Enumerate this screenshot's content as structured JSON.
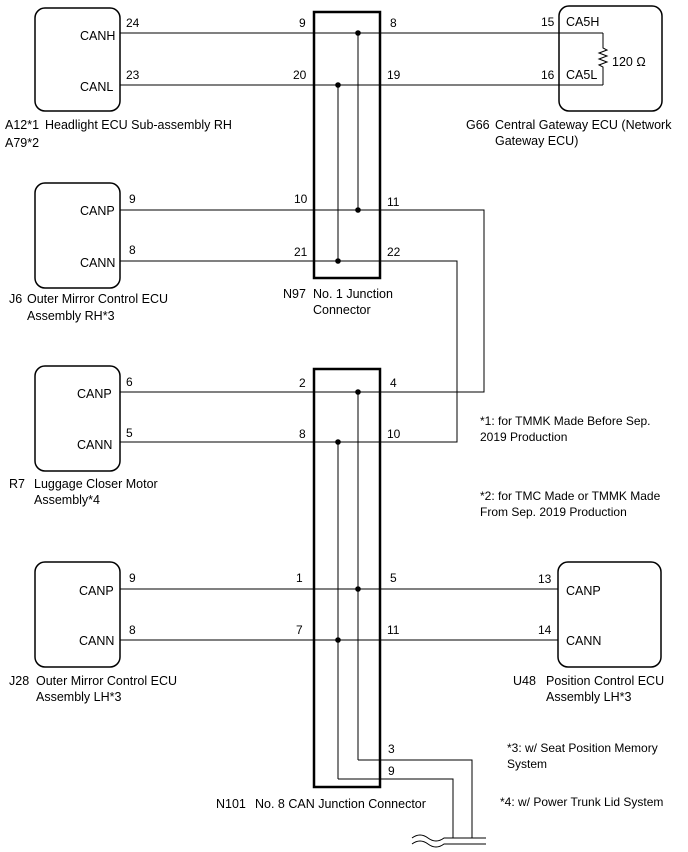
{
  "components": {
    "headlight_ecu": {
      "ref1": "A12*1",
      "ref2": "A79*2",
      "name": "Headlight ECU Sub-assembly RH",
      "pins": [
        {
          "label": "CANH",
          "num": "24"
        },
        {
          "label": "CANL",
          "num": "23"
        }
      ]
    },
    "gateway_ecu": {
      "ref": "G66",
      "name_line1": "Central Gateway ECU (Network",
      "name_line2": "Gateway ECU)",
      "resistor": "120 Ω",
      "pins": [
        {
          "label": "CA5H",
          "num": "15"
        },
        {
          "label": "CA5L",
          "num": "16"
        }
      ]
    },
    "outer_mirror_rh": {
      "ref": "J6",
      "name_line1": "Outer Mirror Control ECU",
      "name_line2": "Assembly RH*3",
      "pins": [
        {
          "label": "CANP",
          "num": "9"
        },
        {
          "label": "CANN",
          "num": "8"
        }
      ]
    },
    "luggage_closer": {
      "ref": "R7",
      "name_line1": "Luggage Closer Motor",
      "name_line2": "Assembly*4",
      "pins": [
        {
          "label": "CANP",
          "num": "6"
        },
        {
          "label": "CANN",
          "num": "5"
        }
      ]
    },
    "outer_mirror_lh": {
      "ref": "J28",
      "name_line1": "Outer Mirror Control ECU",
      "name_line2": "Assembly LH*3",
      "pins": [
        {
          "label": "CANP",
          "num": "9"
        },
        {
          "label": "CANN",
          "num": "8"
        }
      ]
    },
    "position_control": {
      "ref": "U48",
      "name_line1": "Position Control ECU",
      "name_line2": "Assembly LH*3",
      "pins": [
        {
          "label": "CANP",
          "num": "13"
        },
        {
          "label": "CANN",
          "num": "14"
        }
      ]
    }
  },
  "junctions": {
    "n97": {
      "ref": "N97",
      "name_line1": "No. 1 Junction",
      "name_line2": "Connector",
      "pins": {
        "p9": "9",
        "p8": "8",
        "p20": "20",
        "p19": "19",
        "p10": "10",
        "p11": "11",
        "p21": "21",
        "p22": "22"
      }
    },
    "n101": {
      "ref": "N101",
      "name": "No. 8 CAN Junction Connector",
      "pins": {
        "p2": "2",
        "p4": "4",
        "p8": "8",
        "p10": "10",
        "p1": "1",
        "p5": "5",
        "p7": "7",
        "p11": "11",
        "p3": "3",
        "p9": "9"
      }
    }
  },
  "notes": [
    {
      "line1": "*1: for TMMK Made Before Sep.",
      "line2": "2019 Production"
    },
    {
      "line1": "*2: for TMC Made or TMMK Made",
      "line2": "From Sep. 2019 Production"
    },
    {
      "line1": "*3: w/ Seat Position Memory",
      "line2": "System"
    },
    {
      "line1": "*4: w/ Power Trunk Lid System",
      "line2": ""
    }
  ]
}
